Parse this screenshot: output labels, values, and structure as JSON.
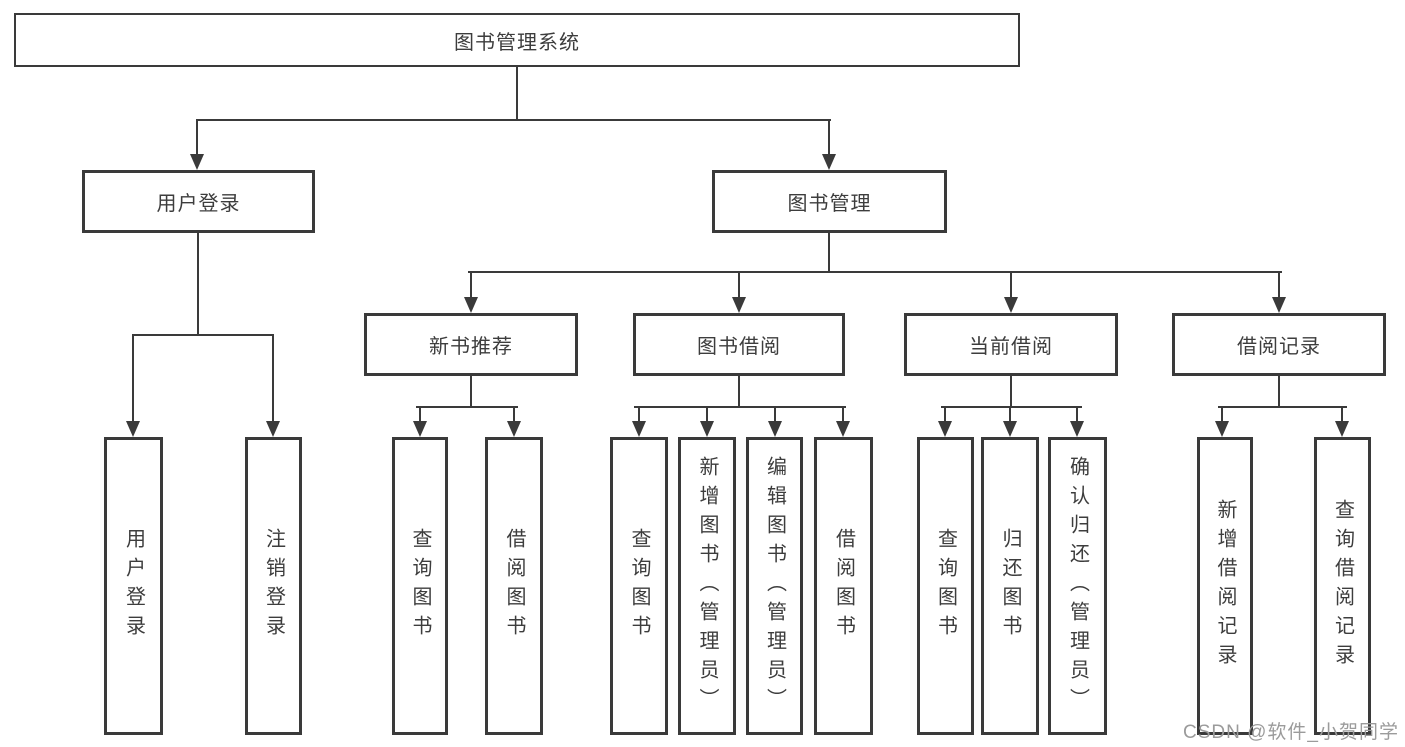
{
  "diagram": {
    "title": "图书管理系统",
    "root": {
      "label": "图书管理系统"
    },
    "level2": [
      {
        "id": "user-login",
        "label": "用户登录"
      },
      {
        "id": "book-management",
        "label": "图书管理"
      }
    ],
    "level3": [
      {
        "id": "new-book-recommend",
        "label": "新书推荐"
      },
      {
        "id": "book-borrow",
        "label": "图书借阅"
      },
      {
        "id": "current-borrow",
        "label": "当前借阅"
      },
      {
        "id": "borrow-records",
        "label": "借阅记录"
      }
    ],
    "level4": [
      {
        "id": "leaf-user-login",
        "label": "用户登录",
        "parent": "用户登录"
      },
      {
        "id": "leaf-logout",
        "label": "注销登录",
        "parent": "用户登录"
      },
      {
        "id": "leaf-query-books-1",
        "label": "查询图书",
        "parent": "新书推荐"
      },
      {
        "id": "leaf-borrow-books-1",
        "label": "借阅图书",
        "parent": "新书推荐"
      },
      {
        "id": "leaf-query-books-2",
        "label": "查询图书",
        "parent": "图书借阅"
      },
      {
        "id": "leaf-add-books",
        "label": "新增图书（管理员）",
        "parent": "图书借阅"
      },
      {
        "id": "leaf-edit-books",
        "label": "编辑图书（管理员）",
        "parent": "图书借阅"
      },
      {
        "id": "leaf-borrow-books-2",
        "label": "借阅图书",
        "parent": "图书借阅"
      },
      {
        "id": "leaf-query-books-3",
        "label": "查询图书",
        "parent": "当前借阅"
      },
      {
        "id": "leaf-return-books",
        "label": "归还图书",
        "parent": "当前借阅"
      },
      {
        "id": "leaf-confirm-return",
        "label": "确认归还（管理员）",
        "parent": "当前借阅"
      },
      {
        "id": "leaf-add-borrow-record",
        "label": "新增借阅记录",
        "parent": "借阅记录"
      },
      {
        "id": "leaf-query-borrow-record",
        "label": "查询借阅记录",
        "parent": "借阅记录"
      }
    ]
  },
  "watermark": {
    "text": "CSDN @软件_小贺同学"
  },
  "colors": {
    "line": "#3a3a3a",
    "text": "#3d3d3d",
    "watermark_text": "#9b9b9b",
    "background": "#ffffff"
  }
}
